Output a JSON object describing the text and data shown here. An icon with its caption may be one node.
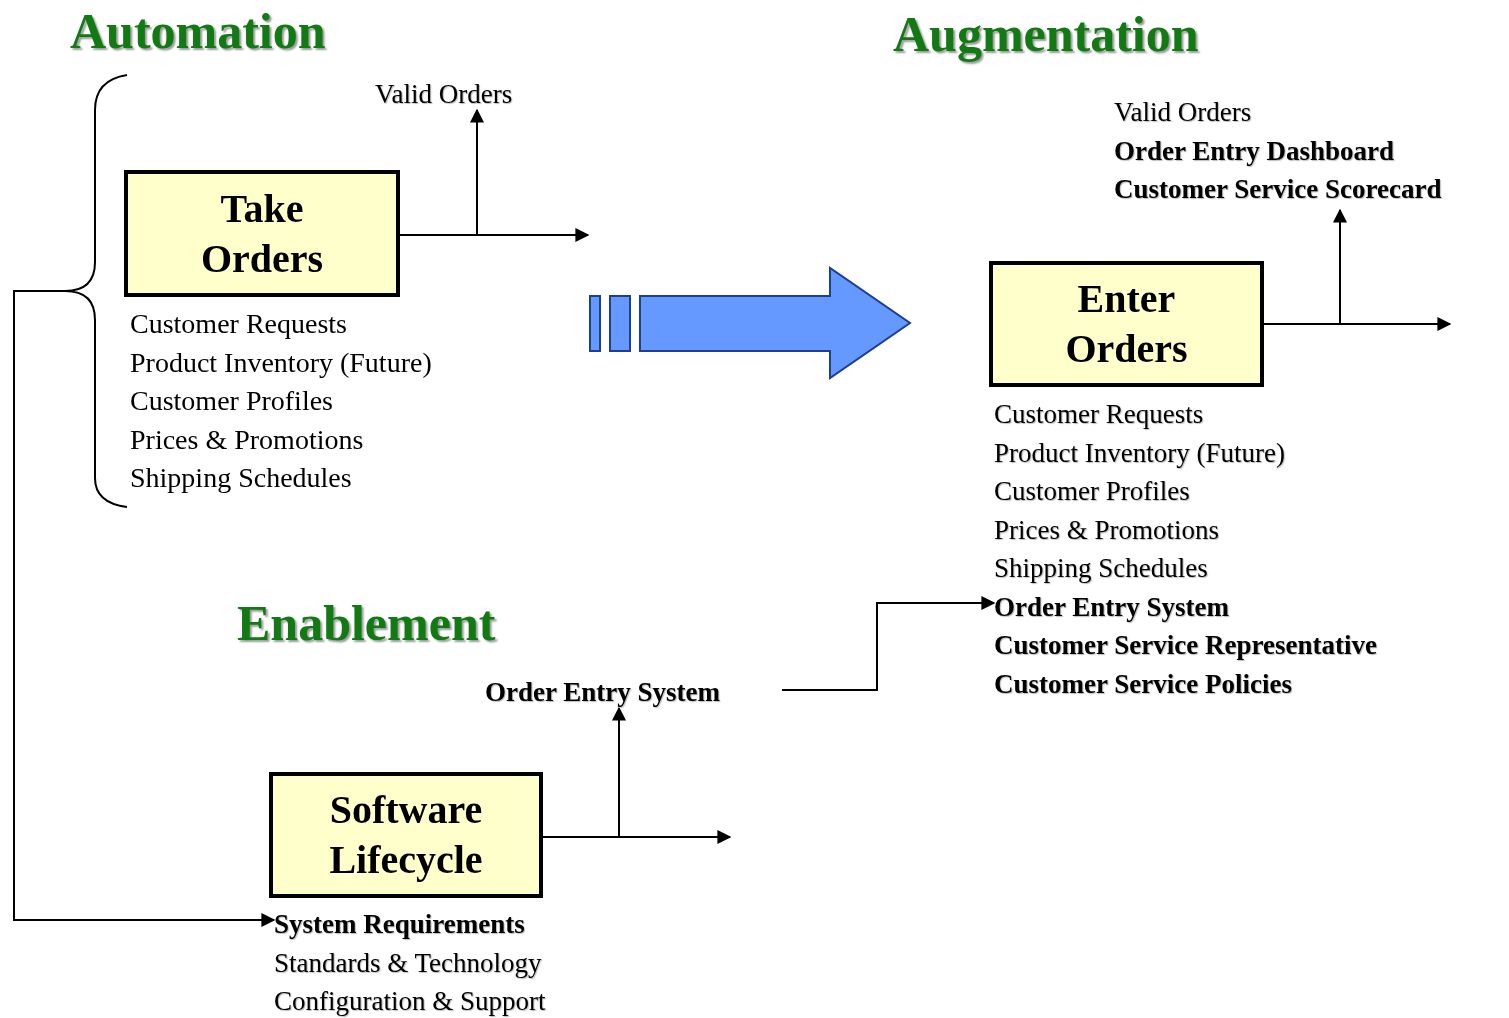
{
  "diagram": {
    "nodes": [
      {
        "text": [
          "Take Orders"
        ],
        "beside": [
          "Customer Requests",
          "Product Inventory (Future)",
          "Customer Profiles",
          "Prices & Promotions",
          "Shipping Schedules"
        ]
      },
      {
        "text": [
          "Valid Orders"
        ]
      },
      {
        "text": [
          "Enter Orders"
        ]
      },
      {
        "text": [
          "Valid Orders",
          "**Order Entry Dashboard**",
          "**Customer Service Scorecard**"
        ]
      },
      {
        "text": [
          "Order Entry System"
        ]
      },
      {
        "text": [
          "Customer Requests",
          "Product Inventory (Future)",
          "Customer Profiles",
          "Prices & Promotions",
          "Shipping Schedules",
          "**Order Entry System**",
          "**Customer Service Representative**",
          "**Customer Service Policies**"
        ]
      },
      {
        "text": [
          "Software Lifecycle"
        ]
      },
      {
        "text": [
          "**System Requirements**",
          "Standards & Technology",
          "Configuration & Support"
        ]
      }
    ],
    "edges": [
      {
        "from": 0,
        "to": null,
        "arrow": "to"
      },
      {
        "from": 0,
        "to": 1,
        "arrow": "to"
      },
      {
        "from": 0,
        "to": 2,
        "arrow": "to",
        "style": "thick",
        "color": "#6699ff"
      },
      {
        "from": 2,
        "to": null,
        "arrow": "to"
      },
      {
        "from": 2,
        "to": 3,
        "arrow": "to"
      },
      {
        "from": 6,
        "to": null,
        "arrow": "to"
      },
      {
        "from": 6,
        "to": 4,
        "arrow": "to"
      },
      {
        "from": 4,
        "to": 5,
        "arrow": "to"
      },
      {
        "from": 0,
        "to": 7,
        "arrow": "to"
      }
    ],
    "labels": [
      "Automation",
      "Augmentation",
      "Enablement"
    ]
  }
}
